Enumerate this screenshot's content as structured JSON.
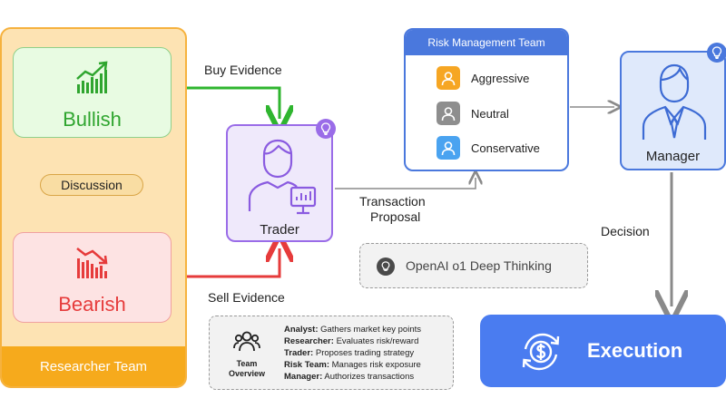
{
  "researcher_team": {
    "title": "Researcher Team",
    "bullish_label": "Bullish",
    "bearish_label": "Bearish",
    "discussion_label": "Discussion"
  },
  "flows": {
    "buy_evidence": "Buy Evidence",
    "sell_evidence": "Sell Evidence",
    "transaction_proposal_line1": "Transaction",
    "transaction_proposal_line2": "Proposal",
    "decision": "Decision"
  },
  "trader": {
    "label": "Trader"
  },
  "risk_team": {
    "title": "Risk Management Team",
    "members": [
      {
        "label": "Aggressive",
        "color": "#f6a623"
      },
      {
        "label": "Neutral",
        "color": "#8e8e8e"
      },
      {
        "label": "Conservative",
        "color": "#4aa3f0"
      }
    ]
  },
  "manager": {
    "label": "Manager"
  },
  "execution": {
    "label": "Execution"
  },
  "openai_note": {
    "text": "OpenAI o1 Deep Thinking"
  },
  "team_overview": {
    "title_line1": "Team",
    "title_line2": "Overview",
    "rows": [
      {
        "role": "Analyst:",
        "desc": "Gathers market key points"
      },
      {
        "role": "Researcher:",
        "desc": "Evaluates risk/reward"
      },
      {
        "role": "Trader:",
        "desc": "Proposes trading strategy"
      },
      {
        "role": "Risk Team:",
        "desc": "Manages risk exposure"
      },
      {
        "role": "Manager:",
        "desc": "Authorizes transactions"
      }
    ]
  },
  "colors": {
    "researcher_orange": "#f6aa1c",
    "bull_green": "#2fa52f",
    "bear_red": "#e63b3b",
    "trader_purple": "#9a6ce8",
    "risk_blue": "#4a78dd",
    "execution_blue": "#4a7cf0"
  },
  "icons": {
    "bullish": "chart-up-icon",
    "bearish": "chart-down-icon",
    "trader": "trader-presentation-icon",
    "manager": "manager-person-icon",
    "execution": "dollar-cycle-icon",
    "openai": "lightbulb-icon",
    "overview": "team-people-icon"
  }
}
